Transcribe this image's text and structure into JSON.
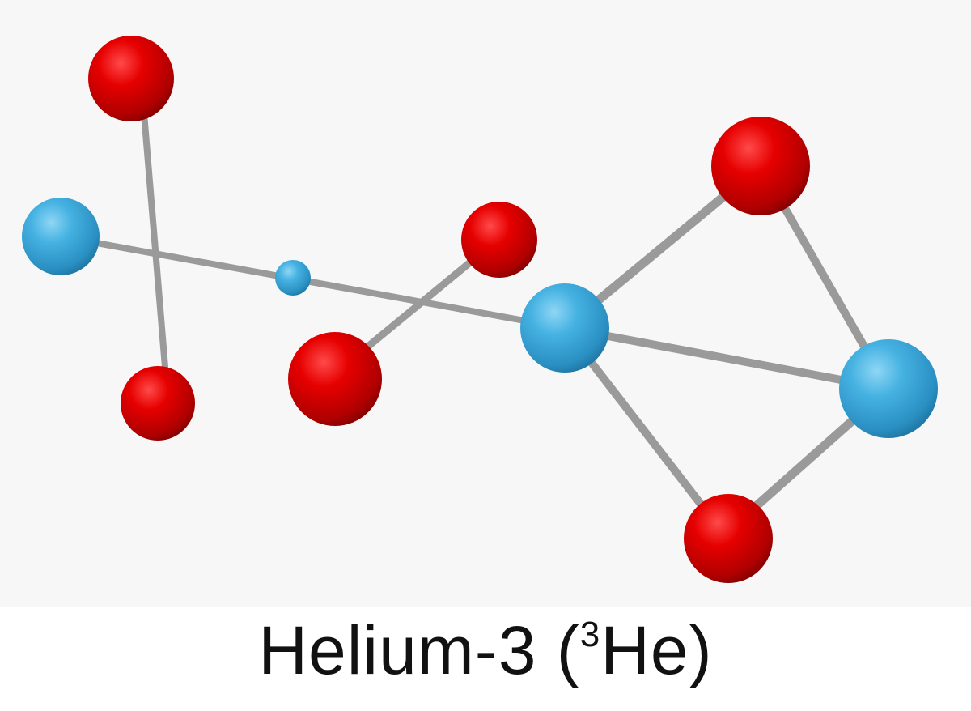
{
  "caption": {
    "name": "Helium-3",
    "open": " (",
    "mass_number": "3",
    "symbol": "He",
    "close": ")"
  },
  "colors": {
    "background": "#f7f7f7",
    "oxygen_like_red": "#e10000",
    "helium_blue": "#3aa8dc",
    "bond_gray": "#9a9a9a"
  },
  "atoms": [
    {
      "id": "a1",
      "type": "red"
    },
    {
      "id": "a2",
      "type": "blue"
    },
    {
      "id": "a3",
      "type": "red"
    },
    {
      "id": "a4",
      "type": "blue-small"
    },
    {
      "id": "a5",
      "type": "red"
    },
    {
      "id": "a6",
      "type": "red"
    },
    {
      "id": "a7",
      "type": "red"
    },
    {
      "id": "a8",
      "type": "blue"
    },
    {
      "id": "a9",
      "type": "blue"
    },
    {
      "id": "a10",
      "type": "red"
    }
  ]
}
